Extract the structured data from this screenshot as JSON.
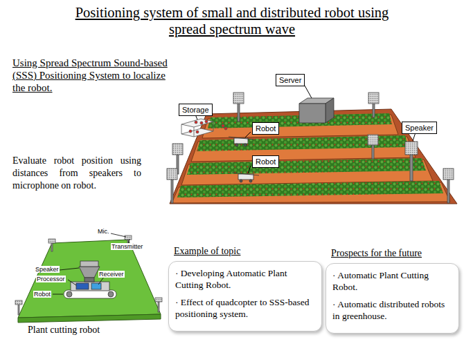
{
  "diagram": {
    "title": "Positioning system of small and distributed robot using spread spectrum wave",
    "caption": "Plant cutting robot",
    "nodes": [
      {
        "text": [
          "Server"
        ]
      },
      {
        "text": [
          "Storage"
        ]
      },
      {
        "text": [
          "Robot"
        ]
      },
      {
        "text": [
          "Robot"
        ]
      },
      {
        "text": [
          "Speaker"
        ]
      },
      {
        "text": [
          "Example of topic",
          "· Developing Automatic Plant Cutting Robot.",
          "· Effect of quadcopter to SSS-based positioning system."
        ]
      },
      {
        "text": [
          "Prospects for the future",
          "· Automatic Plant Cutting Robot.",
          "· Automatic distributed robots in greenhouse."
        ]
      }
    ],
    "labels": [
      "Using Spread Spectrum Sound-based (SSS) Positioning System to localize the robot.",
      "Evaluate robot position using distances from speakers to microphone on robot.",
      "Mic.",
      "Transmitter",
      "Speaker",
      "Processor",
      "Receiver",
      "Robot"
    ]
  }
}
